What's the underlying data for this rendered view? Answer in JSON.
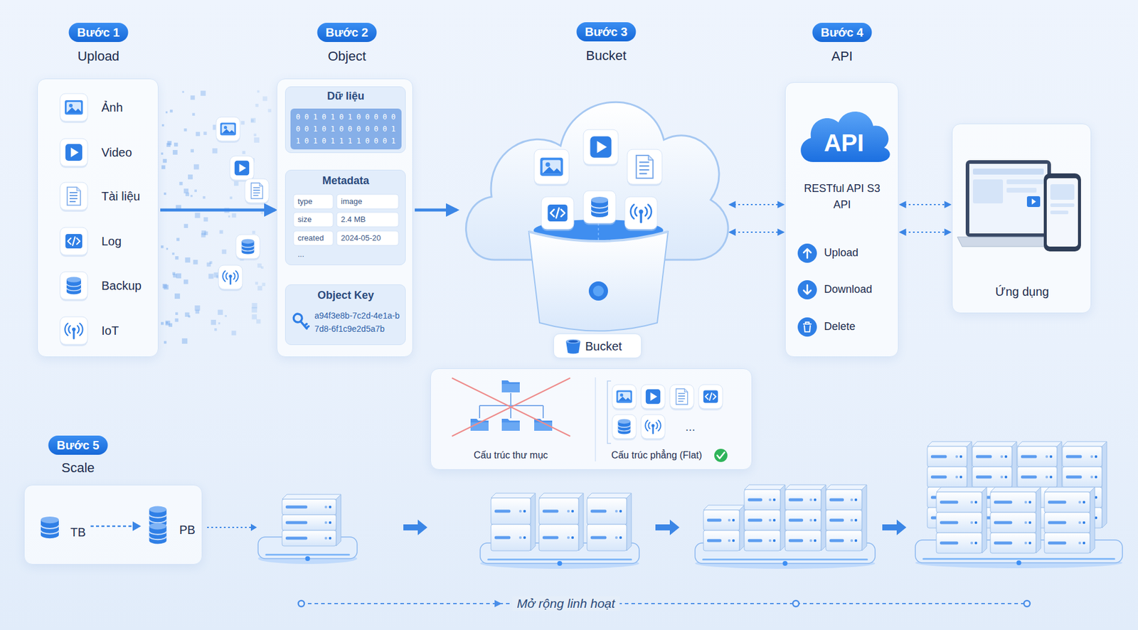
{
  "diagram": {
    "nodes": [
      {
        "text": [
          "Bước 1",
          "Upload"
        ]
      },
      {
        "text": [
          "Ảnh"
        ],
        "in": 0
      },
      {
        "text": [
          "Video"
        ],
        "in": 0
      },
      {
        "text": [
          "Tài liệu"
        ],
        "in": 0
      },
      {
        "text": [
          "Log"
        ],
        "in": 0
      },
      {
        "text": [
          "Backup"
        ],
        "in": 0
      },
      {
        "text": [
          "IoT"
        ],
        "in": 0
      },
      {
        "text": [
          "Bước 2",
          "Object"
        ]
      },
      {
        "text": [
          "Dữ liệu",
          "0 0 1 0 1 0 1 0 0 0 0 0",
          "0 0 1 0 1 0 0 0 0 0 0 1",
          "1 0 1 0 1 1 1 1 0 0 0 1"
        ],
        "in": 7
      },
      {
        "text": [
          "Metadata",
          "type",
          "image",
          "size",
          "2.4 MB",
          "created",
          "2024-05-20",
          "..."
        ],
        "in": 7
      },
      {
        "text": [
          "Object Key",
          "a94f3e8b-7c2d-4e1a-b7d8-6f1c9e2d5a7b"
        ],
        "in": 7
      },
      {
        "text": [
          "Bước 3",
          "Bucket"
        ]
      },
      {
        "text": [
          "Bucket"
        ]
      },
      {
        "text": [
          "Bước 4",
          "API",
          "API",
          "RESTful API S3 API"
        ]
      },
      {
        "text": [
          "Upload"
        ],
        "in": 13
      },
      {
        "text": [
          "Download"
        ],
        "in": 13
      },
      {
        "text": [
          "Delete"
        ],
        "in": 13
      },
      {
        "text": [
          "Ứng dụng"
        ]
      },
      {
        "text": [
          "Cấu trúc thư mục",
          "Cấu trúc phẳng (Flat)",
          "..."
        ]
      },
      {
        "text": [
          "Bước 5",
          "Scale",
          "TB",
          "PB"
        ]
      }
    ],
    "edges": [
      {
        "from": 0,
        "to": 7,
        "arrow": "to"
      },
      {
        "from": 7,
        "to": 11,
        "arrow": "to"
      },
      {
        "from": 11,
        "to": 13,
        "arrow": "both"
      },
      {
        "from": 11,
        "to": 13,
        "arrow": "both"
      },
      {
        "from": 13,
        "to": 17,
        "arrow": "both"
      },
      {
        "from": 13,
        "to": 17,
        "arrow": "both"
      }
    ],
    "labels": [
      "Mở rộng linh hoạt"
    ]
  }
}
